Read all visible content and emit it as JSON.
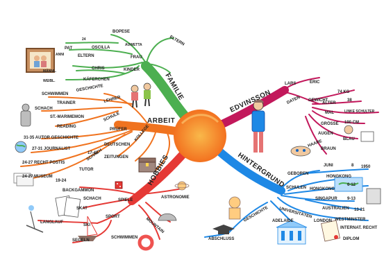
{
  "center": {
    "color_inner": "#f7a23b",
    "color_outer": "#f26a1b"
  },
  "branches": {
    "familie": {
      "label": "FAMILIE",
      "color": "#4caf50",
      "items": [
        "BOPESE",
        "24",
        "OSCILLA",
        "AUWETTA",
        "ELTERN",
        "PAT",
        "ANNI",
        "ELTERN",
        "FRAU",
        "CHRIS",
        "KINDER",
        "MÄNNL.",
        "WEIBL.",
        "KÄFERCHEN"
      ]
    },
    "arbeit": {
      "label": "ARBEIT",
      "color": "#f0731f",
      "items": [
        "SCHWIMMEN",
        "GESCHICHTE",
        "LEHRER",
        "TRAINER",
        "SCHACH",
        "ST.-MARIMEMON",
        "SCHULE",
        "READING",
        "PRÜFER",
        "31-35 AUTOR GESCHICHTE",
        "27-31 JOURNALIST",
        "24-27 RECHT POSTIS",
        "SCHACH",
        "24-27 MUSEUM",
        "19-24",
        "DEUTSCHEN",
        "KOLLEGE",
        "ZEITUNGEN",
        "TUTOR",
        "17-40"
      ]
    },
    "hobbies": {
      "label": "HOBBIES",
      "color": "#e53935",
      "items": [
        "BACKGAMMON",
        "SCHACH",
        "SKAT",
        "SPIELE",
        "ASTRONOMIE",
        "LANGLAUF",
        "SKI",
        "SPORT",
        "SEGELN",
        "SCHWIMMEN",
        "MOUNTAIN"
      ]
    },
    "edvinsson": {
      "label": "EDVINSSON",
      "color": "#c2185b",
      "items": [
        "LARS",
        "ERIC",
        "DATEN",
        "GEWICHT",
        "74 KG",
        "ALTER",
        "38",
        "MAL",
        "LINKE SCHULTER",
        "GRÖSSE",
        "190 CM",
        "AUGEN",
        "BLAU",
        "HAARE",
        "BRAUN"
      ]
    },
    "hintergrund": {
      "label": "HINTERGRUND",
      "color": "#1e88e5",
      "items": [
        "GEBOREN",
        "JUNI",
        "8",
        "1950",
        "HONGKONG",
        "SCHULEN",
        "HONGKONG",
        "6-12",
        "SINGAPUR",
        "9-13",
        "AUSTRALIEN",
        "13-21",
        "UNIVERSITÄTEN",
        "LONDON",
        "WESTMINSTER",
        "INTERNAT. RECHT",
        "GESCHICHTE",
        "ADELAIDE",
        "ABSCHLUSS",
        "DIPLOM"
      ]
    }
  }
}
